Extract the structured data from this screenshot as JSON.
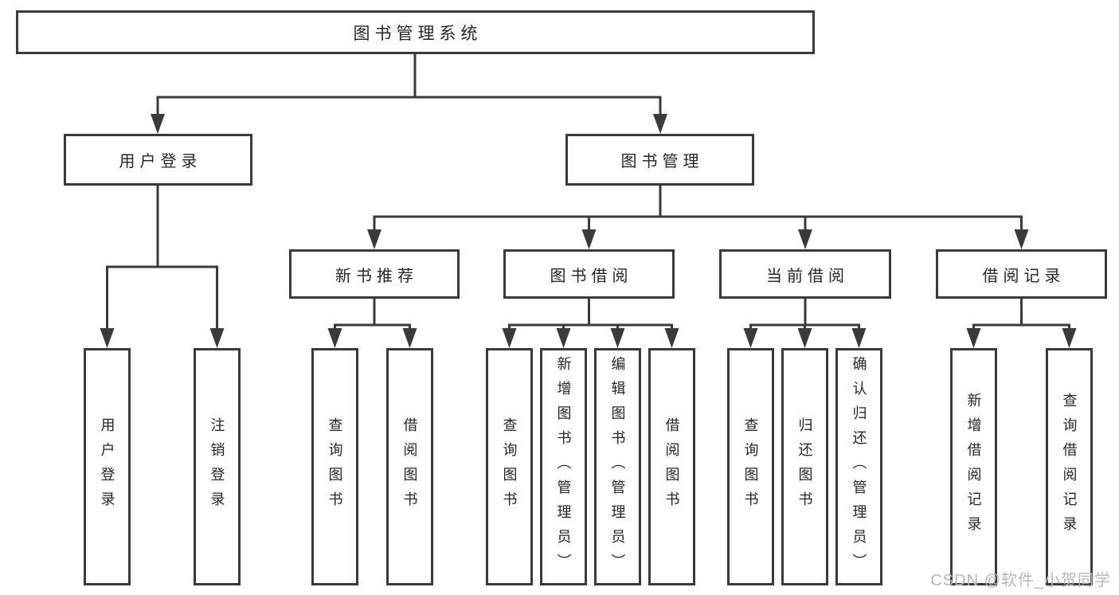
{
  "diagram": {
    "root": {
      "label": "图书管理系统"
    },
    "level2": [
      {
        "label": "用户登录"
      },
      {
        "label": "图书管理"
      }
    ],
    "level3": [
      {
        "label": "新书推荐"
      },
      {
        "label": "图书借阅"
      },
      {
        "label": "当前借阅"
      },
      {
        "label": "借阅记录"
      }
    ],
    "leaves": {
      "user_login": [
        {
          "label": "用户登录"
        },
        {
          "label": "注销登录"
        }
      ],
      "new_books": [
        {
          "label": "查询图书"
        },
        {
          "label": "借阅图书"
        }
      ],
      "book_borrow": [
        {
          "label": "查询图书"
        },
        {
          "label": "新增图书（管理员）"
        },
        {
          "label": "编辑图书（管理员）"
        },
        {
          "label": "借阅图书"
        }
      ],
      "current_borrow": [
        {
          "label": "查询图书"
        },
        {
          "label": "归还图书"
        },
        {
          "label": "确认归还（管理员）"
        }
      ],
      "borrow_records": [
        {
          "label": "新增借阅记录"
        },
        {
          "label": "查询借阅记录"
        }
      ]
    }
  },
  "watermark": {
    "text": "CSDN @软件_小贺同学"
  },
  "colors": {
    "line": "#3a3a3a",
    "text": "#262626",
    "background": "#ffffff",
    "watermark": "#b8b8b8"
  }
}
